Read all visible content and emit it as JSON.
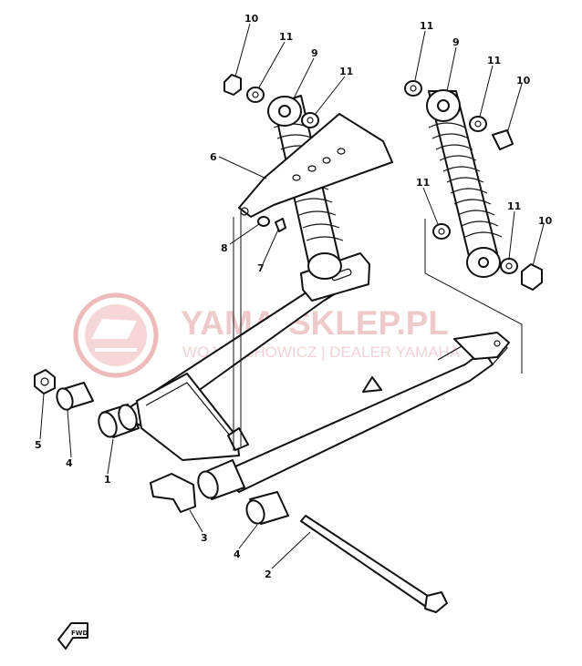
{
  "watermark": {
    "brand": "YAMA-SKLEP.PL",
    "dealer": "WOJCIECHOWICZ | DEALER YAMAHA",
    "color": "#e9a3a3"
  },
  "parts": [
    {
      "id": "p1",
      "label": "1"
    },
    {
      "id": "p2",
      "label": "2"
    },
    {
      "id": "p3",
      "label": "3"
    },
    {
      "id": "p4a",
      "label": "4"
    },
    {
      "id": "p4b",
      "label": "4"
    },
    {
      "id": "p5",
      "label": "5"
    },
    {
      "id": "p6",
      "label": "6"
    },
    {
      "id": "p7",
      "label": "7"
    },
    {
      "id": "p8",
      "label": "8"
    },
    {
      "id": "p9a",
      "label": "9"
    },
    {
      "id": "p9b",
      "label": "9"
    },
    {
      "id": "p10a",
      "label": "10"
    },
    {
      "id": "p10b",
      "label": "10"
    },
    {
      "id": "p10c",
      "label": "10"
    },
    {
      "id": "p11a",
      "label": "11"
    },
    {
      "id": "p11b",
      "label": "11"
    },
    {
      "id": "p11c",
      "label": "11"
    },
    {
      "id": "p11d",
      "label": "11"
    },
    {
      "id": "p11e",
      "label": "11"
    },
    {
      "id": "p11f",
      "label": "11"
    }
  ],
  "front_marker": {
    "label": "FWD",
    "icon": "front-arrow-icon"
  }
}
